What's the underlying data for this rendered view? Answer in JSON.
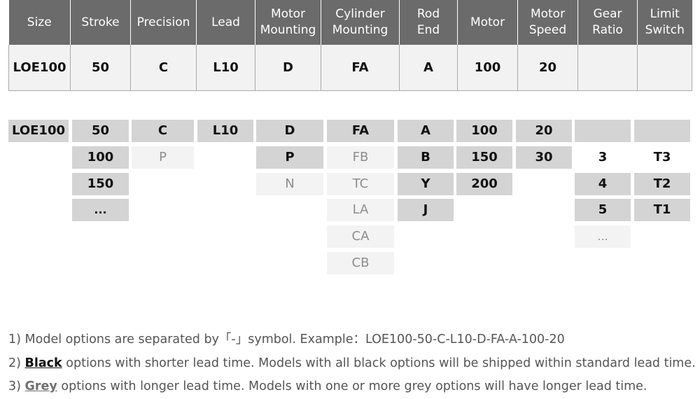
{
  "header": {
    "columns": [
      "Size",
      "Stroke",
      "Precision",
      "Lead",
      "Motor\nMounting",
      "Cylinder\nMounting",
      "Rod\nEnd",
      "Motor",
      "Motor\nSpeed",
      "Gear\nRatio",
      "Limit\nSwitch"
    ],
    "example_values": [
      "LOE100",
      "50",
      "C",
      "L10",
      "D",
      "FA",
      "A",
      "100",
      "20",
      "",
      ""
    ]
  },
  "options": {
    "size": [
      {
        "text": "LOE100",
        "tone": "black",
        "bg": "dark"
      }
    ],
    "stroke": [
      {
        "text": "50",
        "tone": "black",
        "bg": "dark"
      },
      {
        "text": "100",
        "tone": "black",
        "bg": "dark"
      },
      {
        "text": "150",
        "tone": "black",
        "bg": "dark"
      },
      {
        "text": "...",
        "tone": "black",
        "bg": "dark"
      }
    ],
    "precision": [
      {
        "text": "C",
        "tone": "black",
        "bg": "dark"
      },
      {
        "text": "P",
        "tone": "grey",
        "bg": "light"
      }
    ],
    "lead": [
      {
        "text": "L10",
        "tone": "black",
        "bg": "dark"
      }
    ],
    "motor_mounting": [
      {
        "text": "D",
        "tone": "black",
        "bg": "dark"
      },
      {
        "text": "P",
        "tone": "black",
        "bg": "dark"
      },
      {
        "text": "N",
        "tone": "grey",
        "bg": "light"
      }
    ],
    "cylinder_mounting": [
      {
        "text": "FA",
        "tone": "black",
        "bg": "dark"
      },
      {
        "text": "FB",
        "tone": "grey",
        "bg": "light"
      },
      {
        "text": "TC",
        "tone": "grey",
        "bg": "light"
      },
      {
        "text": "LA",
        "tone": "grey",
        "bg": "light"
      },
      {
        "text": "CA",
        "tone": "grey",
        "bg": "light"
      },
      {
        "text": "CB",
        "tone": "grey",
        "bg": "light"
      }
    ],
    "rod_end": [
      {
        "text": "A",
        "tone": "black",
        "bg": "dark"
      },
      {
        "text": "B",
        "tone": "black",
        "bg": "dark"
      },
      {
        "text": "Y",
        "tone": "black",
        "bg": "dark"
      },
      {
        "text": "J",
        "tone": "black",
        "bg": "dark"
      }
    ],
    "motor": [
      {
        "text": "100",
        "tone": "black",
        "bg": "dark"
      },
      {
        "text": "150",
        "tone": "black",
        "bg": "dark"
      },
      {
        "text": "200",
        "tone": "black",
        "bg": "dark"
      }
    ],
    "motor_speed": [
      {
        "text": "20",
        "tone": "black",
        "bg": "dark"
      },
      {
        "text": "30",
        "tone": "black",
        "bg": "dark"
      }
    ],
    "gear_ratio": [
      {
        "text": "",
        "tone": "black",
        "bg": "dark"
      },
      {
        "text": "3",
        "tone": "black",
        "bg": "none"
      },
      {
        "text": "4",
        "tone": "black",
        "bg": "dark"
      },
      {
        "text": "5",
        "tone": "black",
        "bg": "dark"
      },
      {
        "text": "...",
        "tone": "grey",
        "bg": "light"
      }
    ],
    "limit_switch": [
      {
        "text": "",
        "tone": "black",
        "bg": "dark"
      },
      {
        "text": "T3",
        "tone": "black",
        "bg": "none"
      },
      {
        "text": "T2",
        "tone": "black",
        "bg": "dark"
      },
      {
        "text": "T1",
        "tone": "black",
        "bg": "dark"
      }
    ]
  },
  "notes": {
    "note1": "1) Model options are separated by「-」symbol. Example：LOE100-50-C-L10-D-FA-A-100-20",
    "note2_prefix": "2) ",
    "note2_keyword": "Black",
    "note2_rest": " options with shorter lead time. Models with all black options will be shipped within standard lead time.",
    "note3_prefix": "3) ",
    "note3_keyword": "Grey",
    "note3_rest": " options with longer lead time. Models with one or more grey options will have longer lead time."
  },
  "colors": {
    "header_bg": "#6b6b6b",
    "black_option_bg": "#d4d4d4",
    "grey_option_bg": "#f3f3f3",
    "grey_option_text": "#8d8d8d"
  }
}
